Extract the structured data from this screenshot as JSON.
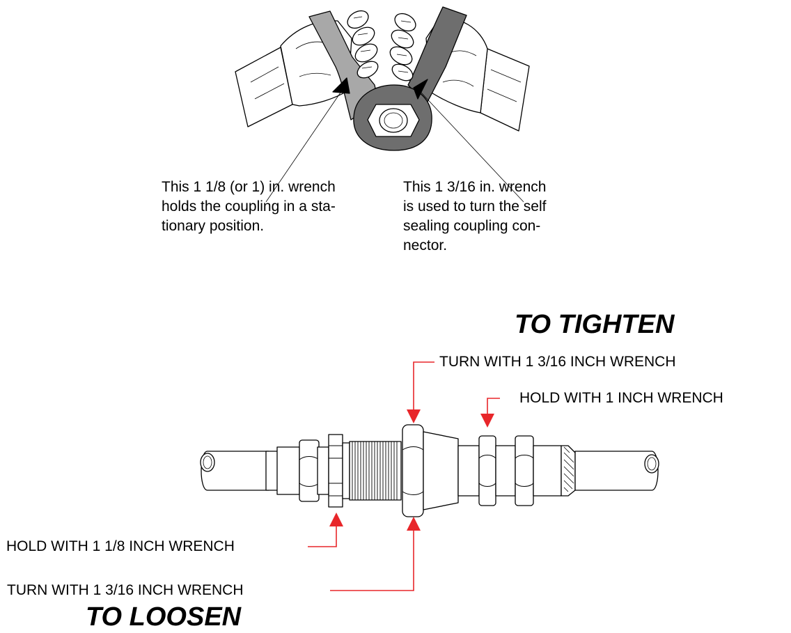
{
  "diagram": {
    "upper_notes": {
      "left": "This 1 1/8 (or 1) in. wrench\nholds the coupling in a sta-\ntionary position.",
      "right": "This 1 3/16 in. wrench\nis used to turn the self\nsealing coupling con-\nnector."
    },
    "headings": {
      "tighten": "TO TIGHTEN",
      "loosen": "TO LOOSEN"
    },
    "labels": {
      "tighten_turn": "TURN WITH 1 3/16 INCH WRENCH",
      "tighten_hold": "HOLD WITH 1 INCH WRENCH",
      "loosen_hold": "HOLD WITH 1 1/8 INCH WRENCH",
      "loosen_turn": "TURN WITH 1 3/16 INCH WRENCH"
    },
    "colors": {
      "callout_arrow": "#e8262a",
      "wrench_light": "#a8a8a8",
      "wrench_dark": "#6e6e6e",
      "line": "#000000"
    }
  }
}
